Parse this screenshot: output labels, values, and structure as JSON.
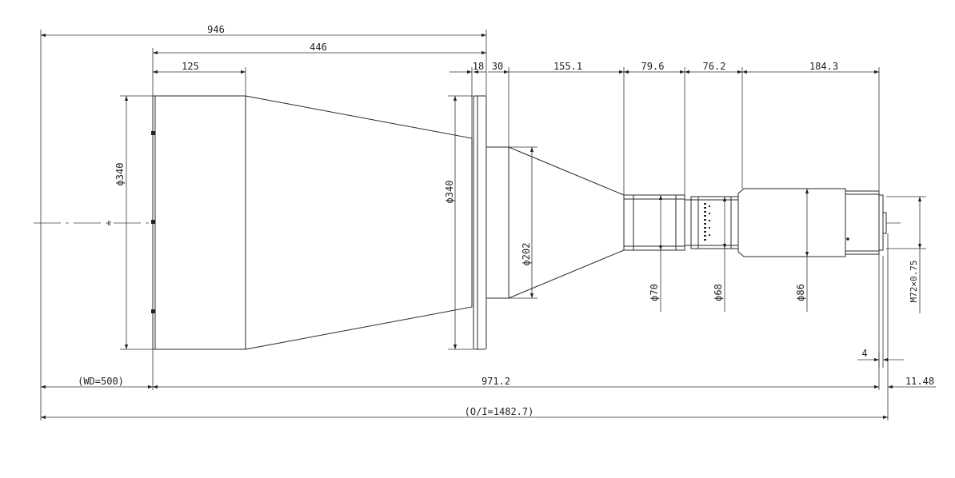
{
  "dimensions": {
    "top_overall": "946",
    "top_446": "446",
    "top_125": "125",
    "flange_18": "18",
    "flange_30": "30",
    "seg_155": "155.1",
    "seg_79": "79.6",
    "seg_76": "76.2",
    "seg_184": "184.3",
    "dia_front": "ϕ340",
    "dia_flange": "ϕ340",
    "dia_202": "ϕ202",
    "dia_70": "ϕ70",
    "dia_68": "ϕ68",
    "dia_86": "ϕ86",
    "thread": "M72×0.75",
    "wd": "(WD=500)",
    "length_971": "971.2",
    "length_1148": "11.48",
    "dim_4": "4",
    "oi": "(O/I=1482.7)",
    "break_mark": "≈"
  }
}
